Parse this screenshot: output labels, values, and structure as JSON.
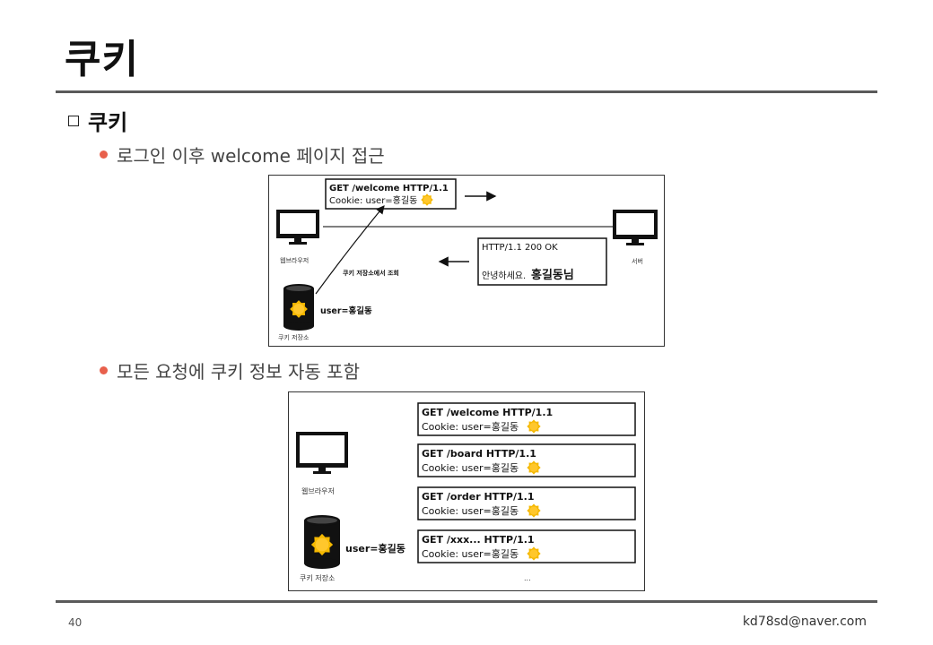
{
  "slide": {
    "title": "쿠키",
    "section": "쿠키",
    "bullets": [
      "로그인 이후 welcome 페이지 접근",
      "모든 요청에 쿠키 정보 자동 포함"
    ],
    "page_number": "40",
    "author_email": "kd78sd@naver.com"
  },
  "diagram1": {
    "request_line": "GET /welcome HTTP/1.1",
    "cookie_line": "Cookie: user=홍길동",
    "response_status": "HTTP/1.1 200 OK",
    "response_body_prefix": "안녕하세요.",
    "response_body_name": "홍길동님",
    "browser_label": "웹브라우저",
    "server_label": "서버",
    "lookup_label": "쿠키 저장소에서 조회",
    "store_value": "user=홍길동",
    "store_label": "쿠키 저장소"
  },
  "diagram2": {
    "requests": [
      {
        "request": "GET /welcome HTTP/1.1",
        "cookie": "Cookie: user=홍길동"
      },
      {
        "request": "GET /board HTTP/1.1",
        "cookie": "Cookie: user=홍길동"
      },
      {
        "request": "GET /order HTTP/1.1",
        "cookie": "Cookie: user=홍길동"
      },
      {
        "request": "GET /xxx... HTTP/1.1",
        "cookie": "Cookie: user=홍길동"
      }
    ],
    "ellipsis": "...",
    "browser_label": "웹브라우저",
    "store_value": "user=홍길동",
    "store_label": "쿠키 저장소"
  },
  "colors": {
    "bullet": "#e8604c",
    "cookie": "#f5b800",
    "rule": "#5a5a5a"
  }
}
